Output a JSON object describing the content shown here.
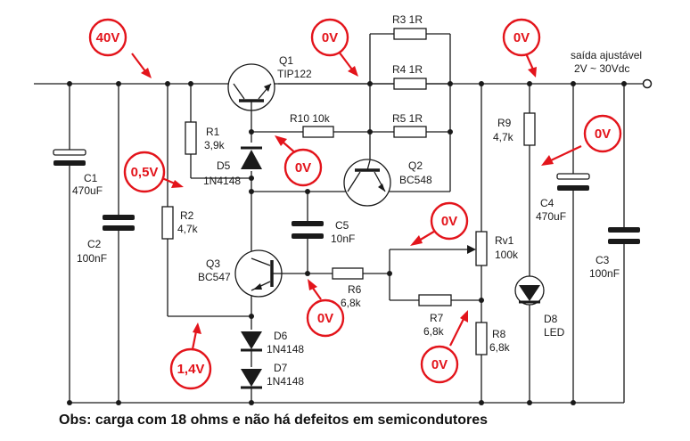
{
  "labels": {
    "c1": [
      "C1",
      "470uF"
    ],
    "c2": [
      "C2",
      "100nF"
    ],
    "r1": [
      "R1",
      "3,9k"
    ],
    "r2": [
      "R2",
      "4,7k"
    ],
    "d5": [
      "D5",
      "1N4148"
    ],
    "q1": [
      "Q1",
      "TIP122"
    ],
    "r10": [
      "R10 10k"
    ],
    "r3": [
      "R3 1R"
    ],
    "r4": [
      "R4 1R"
    ],
    "r5": [
      "R5 1R"
    ],
    "q2": [
      "Q2",
      "BC548"
    ],
    "c5": [
      "C5",
      "10nF"
    ],
    "q3": [
      "Q3",
      "BC547"
    ],
    "r6": [
      "R6",
      "6,8k"
    ],
    "d6": [
      "D6",
      "1N4148"
    ],
    "d7": [
      "D7",
      "1N4148"
    ],
    "rv1": [
      "Rv1",
      "100k"
    ],
    "r7": [
      "R7",
      "6,8k"
    ],
    "r8": [
      "R8",
      "6,8k"
    ],
    "r9": [
      "R9",
      "4,7k"
    ],
    "c4": [
      "C4",
      "470uF"
    ],
    "d8": [
      "D8",
      "LED"
    ],
    "c3": [
      "C3",
      "100nF"
    ],
    "output": [
      "saída ajustável",
      "2V ~ 30Vdc"
    ]
  },
  "badges": [
    "40V",
    "0V",
    "0V",
    "0V",
    "0,5V",
    "0V",
    "0V",
    "0V",
    "1,4V",
    "0V"
  ],
  "caption": "Obs: carga com 18 ohms e não há defeitos em semicondutores",
  "colors": {
    "accent": "#e3141b",
    "ink": "#1a1a1a"
  }
}
